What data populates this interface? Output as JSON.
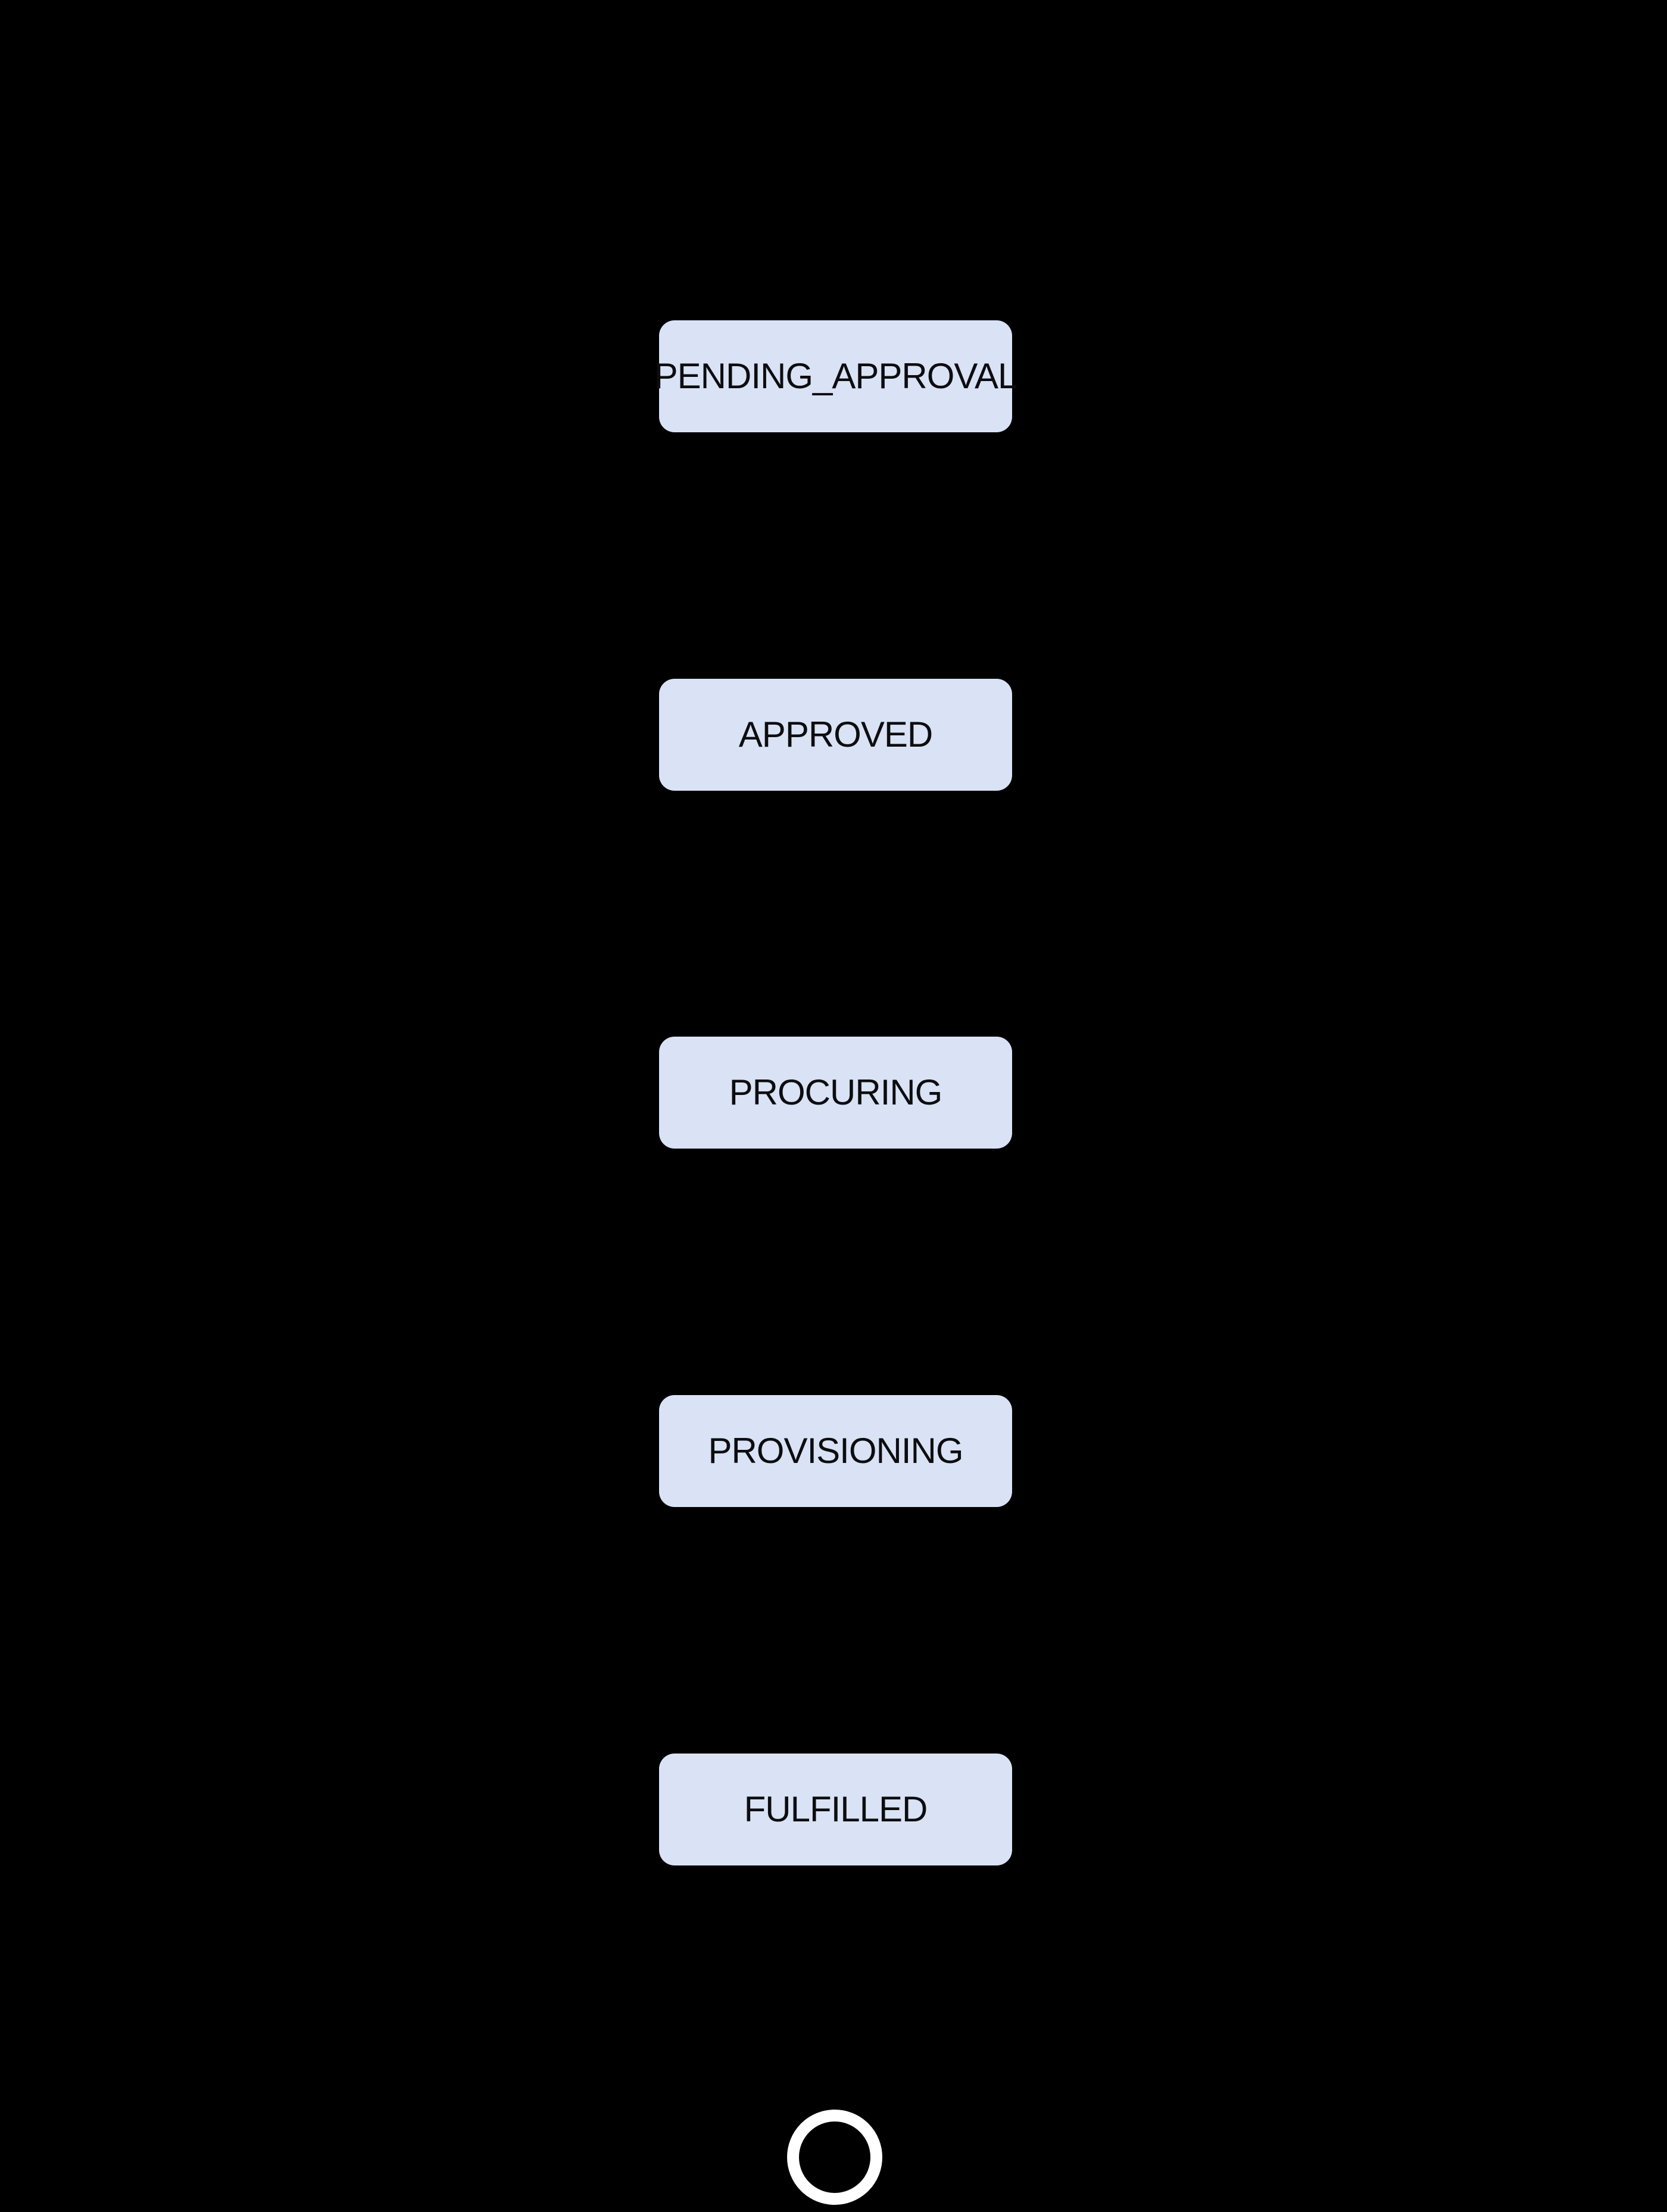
{
  "diagram": {
    "type": "state-flow",
    "background_color": "#000000",
    "node_fill_color": "#d9e3f5",
    "node_text_color": "#0d0d10",
    "final_ring_color": "#ffffff",
    "states": [
      {
        "label": "PENDING_APPROVAL"
      },
      {
        "label": "APPROVED"
      },
      {
        "label": "PROCURING"
      },
      {
        "label": "PROVISIONING"
      },
      {
        "label": "FULFILLED"
      }
    ],
    "final_state": {
      "shape": "circle-outline"
    }
  }
}
